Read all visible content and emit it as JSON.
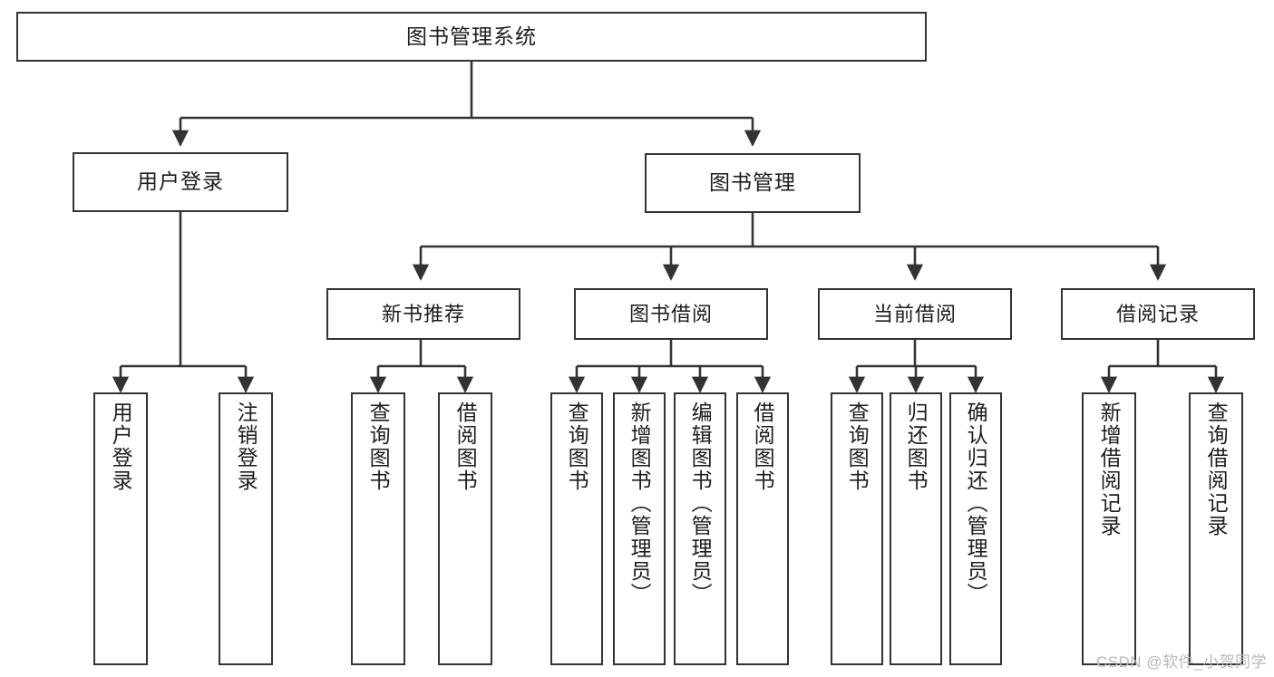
{
  "diagram": {
    "title": "图书管理系统",
    "type": "tree",
    "background_color": "#ffffff",
    "line_color": "#333333",
    "box_border_color": "#333333",
    "box_fill_color": "#ffffff",
    "text_color": "#1d1d1d"
  },
  "root": {
    "label": "图书管理系统"
  },
  "level1": [
    {
      "label": "用户登录"
    },
    {
      "label": "图书管理"
    }
  ],
  "level2": [
    {
      "label": "新书推荐"
    },
    {
      "label": "图书借阅"
    },
    {
      "label": "当前借阅"
    },
    {
      "label": "借阅记录"
    }
  ],
  "leaves": {
    "user_login": [
      {
        "label": "用户登录"
      },
      {
        "label": "注销登录"
      }
    ],
    "new_book": [
      {
        "label": "查询图书"
      },
      {
        "label": "借阅图书"
      }
    ],
    "book_borrow": [
      {
        "label": "查询图书"
      },
      {
        "label": "新增图书（管理员）"
      },
      {
        "label": "编辑图书（管理员）"
      },
      {
        "label": "借阅图书"
      }
    ],
    "current_borrow": [
      {
        "label": "查询图书"
      },
      {
        "label": "归还图书"
      },
      {
        "label": "确认归还（管理员）"
      }
    ],
    "borrow_record": [
      {
        "label": "新增借阅记录"
      },
      {
        "label": "查询借阅记录"
      }
    ]
  },
  "watermark": {
    "text": "CSDN @软件_小贺同学"
  }
}
